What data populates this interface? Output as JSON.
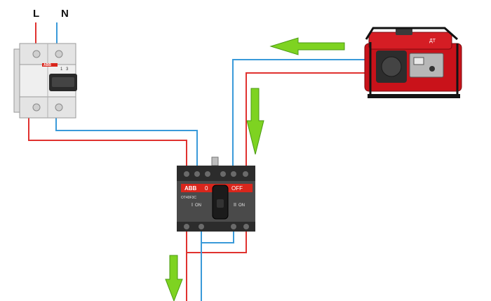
{
  "terminals": {
    "line": "L",
    "neutral": "N"
  },
  "breaker": {
    "brand": "ABB",
    "pole_marks": [
      "1",
      "3"
    ]
  },
  "switch": {
    "brand": "ABB",
    "model": "OT40F3C",
    "pos_left": "0",
    "pos_right": "I",
    "off_label": "OFF",
    "on_left": "ON",
    "on_right": "ON",
    "roman_left": "I",
    "roman_right": "II"
  },
  "generator": {
    "brand": "ДТ"
  },
  "colors": {
    "live_wire": "#e0322f",
    "neutral_wire": "#3a9ad9",
    "arrow": "#7ed321",
    "arrow_edge": "#4a9a12",
    "switch_accent": "#d9261c"
  }
}
